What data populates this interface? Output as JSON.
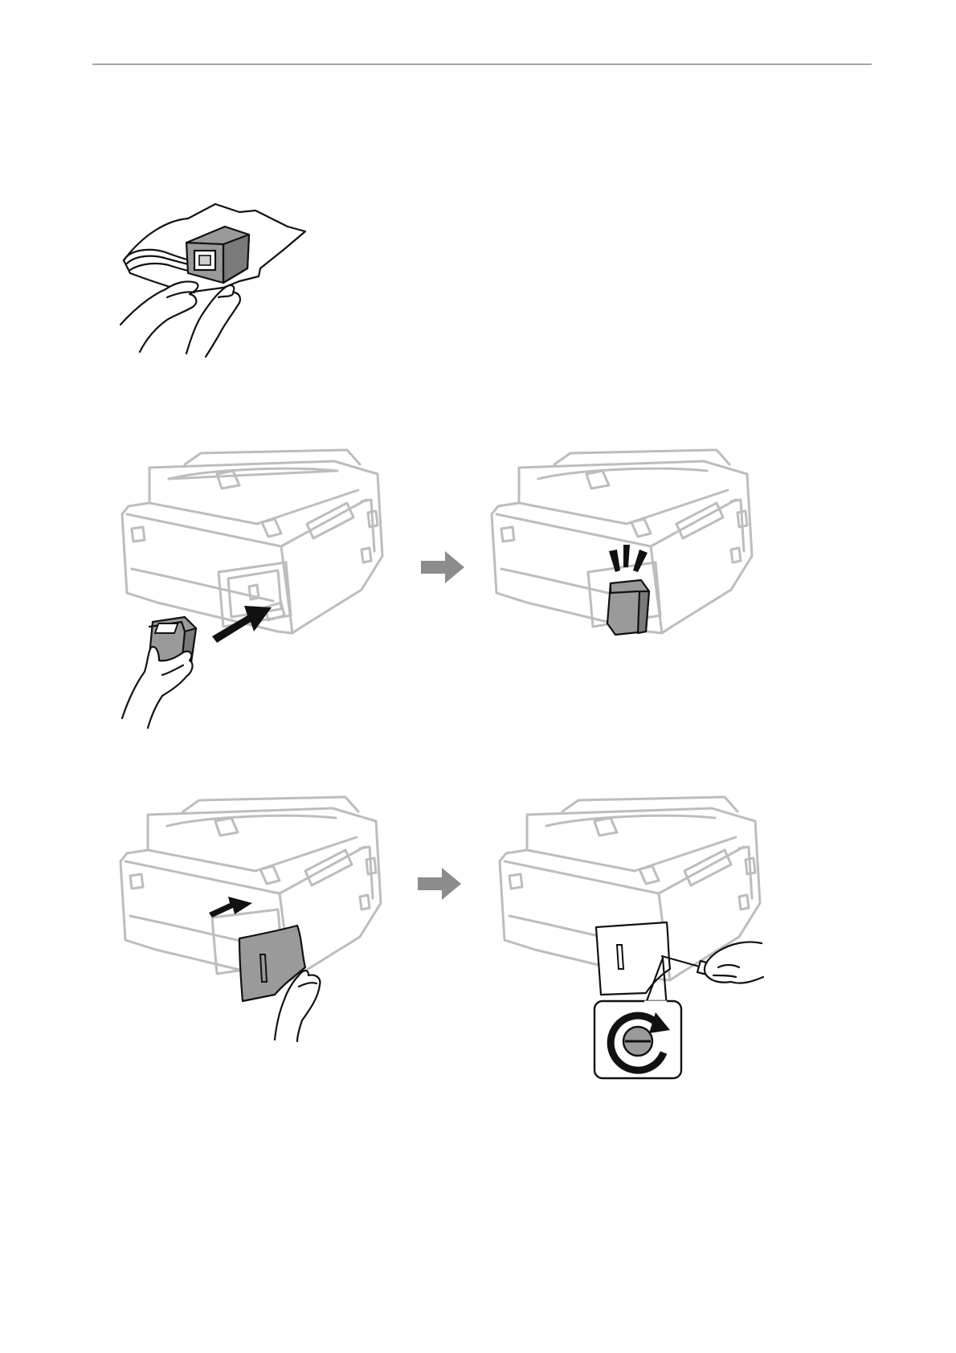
{
  "document": {
    "figures": [
      {
        "id": "unpack",
        "icon": "maintenance-box-in-bag-illustration"
      },
      {
        "id": "insert",
        "icon": "insert-maintenance-box-illustration"
      },
      {
        "id": "inserted",
        "icon": "maintenance-box-installed-illustration"
      },
      {
        "id": "attach-cover",
        "icon": "attach-cover-illustration"
      },
      {
        "id": "screw-cover",
        "icon": "tighten-screw-illustration"
      }
    ],
    "colors": {
      "rule": "#a6a6a6",
      "printer_outline": "#bdbdbd",
      "arrow_step": "#8c8c8c",
      "part_fill": "#9a9a9a",
      "ink": "#111111"
    }
  }
}
